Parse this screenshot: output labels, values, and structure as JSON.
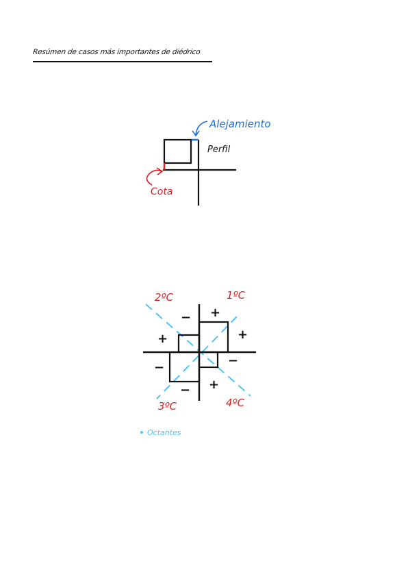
{
  "title": "Resúmen de casos más importantes de diédrico",
  "figure1": {
    "alejamiento_label": "Alejamiento",
    "perfil_label": "Perfil",
    "cota_label": "Cota",
    "colors": {
      "alejamiento": "#1e6fdc",
      "cota": "#d91e1e",
      "ink": "#111111"
    }
  },
  "figure2": {
    "quadrants": {
      "q1": "1ºC",
      "q2": "2ºC",
      "q3": "3ºC",
      "q4": "4ºC"
    },
    "signs": {
      "q1_top": "+",
      "q1_right": "+",
      "q2_top": "−",
      "q2_left": "+",
      "q3_left": "−",
      "q3_bottom": "−",
      "q4_right": "−",
      "q4_bottom": "+"
    },
    "legend": "Octantes",
    "colors": {
      "quadrant_label": "#d91e1e",
      "octant_line": "#4fc3f7",
      "ink": "#111111"
    }
  }
}
